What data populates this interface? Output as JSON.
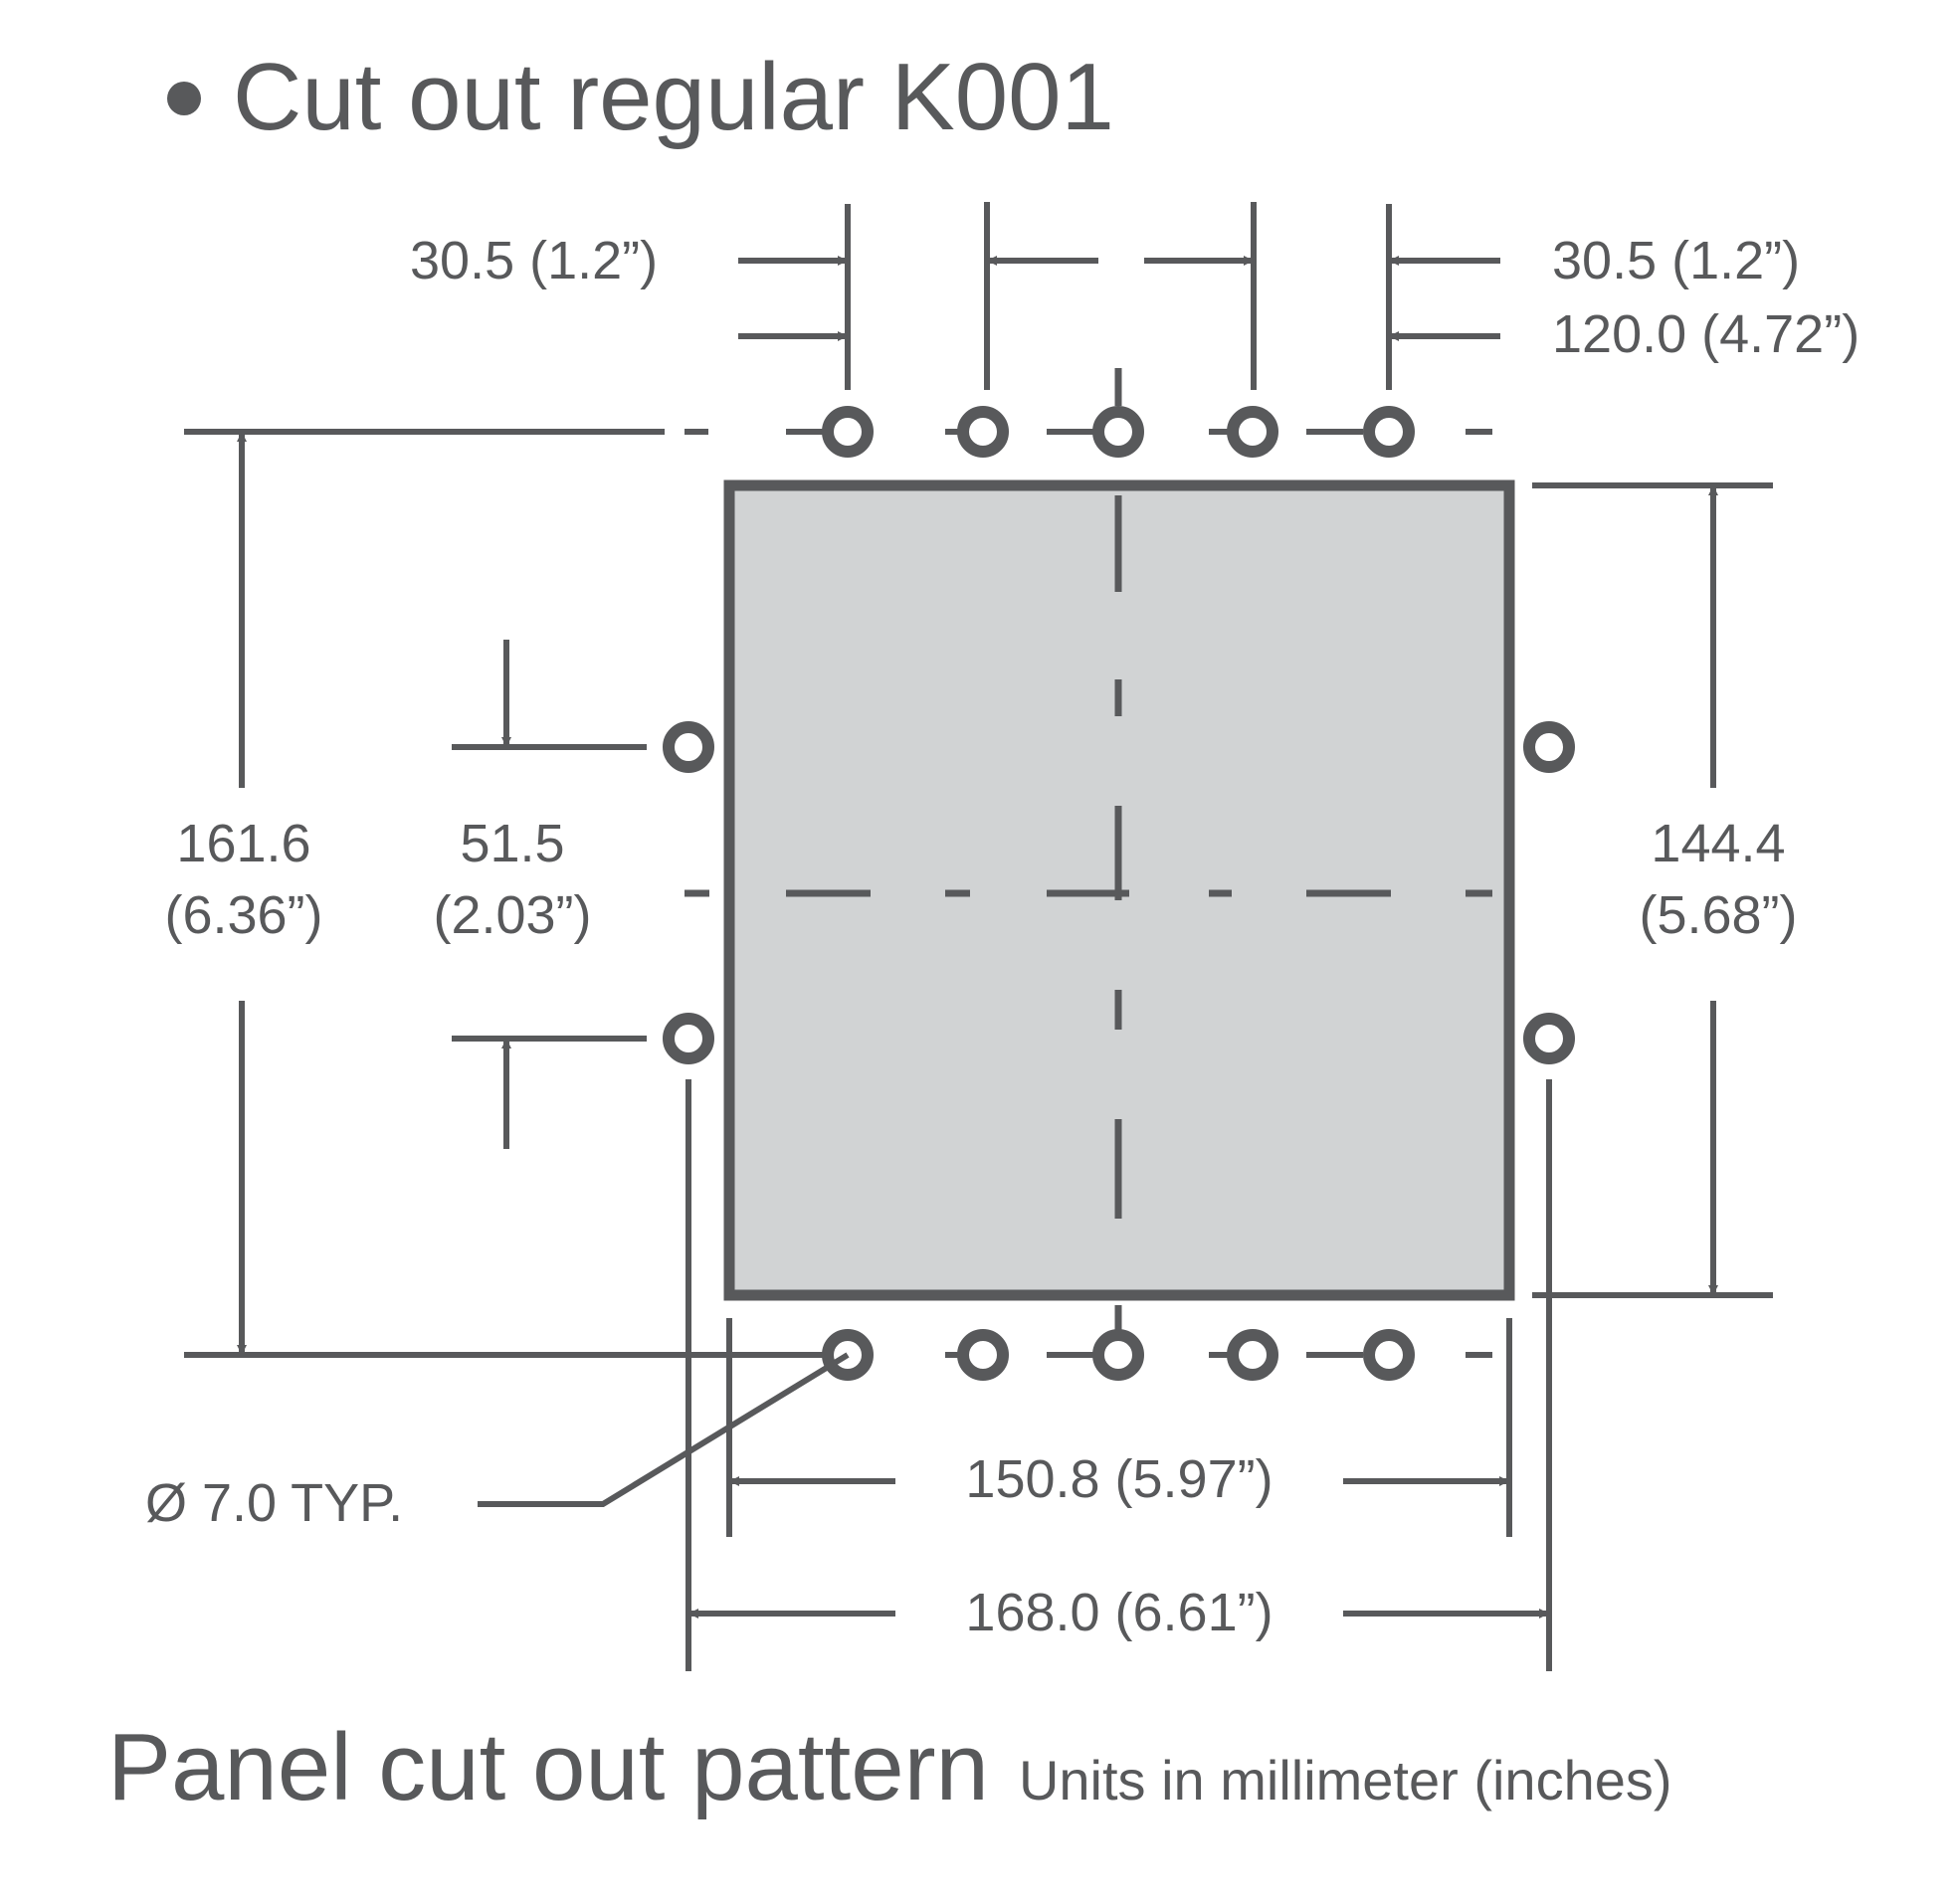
{
  "title": "Cut out regular K001",
  "dimensions": {
    "top_left_pitch": "30.5 (1.2”)",
    "top_right_pitch": "30.5 (1.2”)",
    "top_span": "120.0 (4.72”)",
    "left_outer_height_mm": "161.6",
    "left_outer_height_in": "(6.36”)",
    "side_hole_spacing_mm": "51.5",
    "side_hole_spacing_in": "(2.03”)",
    "right_cutout_height_mm": "144.4",
    "right_cutout_height_in": "(5.68”)",
    "hole_diameter": "Ø 7.0 TYP.",
    "cutout_width": "150.8 (5.97”)",
    "outer_width": "168.0 (6.61”)"
  },
  "footer": {
    "caption": "Panel cut out pattern",
    "units_note": "Units in millimeter (inches)"
  },
  "colors": {
    "ink": "#58595b",
    "cutout_fill": "#d1d3d4",
    "background": "#ffffff"
  }
}
